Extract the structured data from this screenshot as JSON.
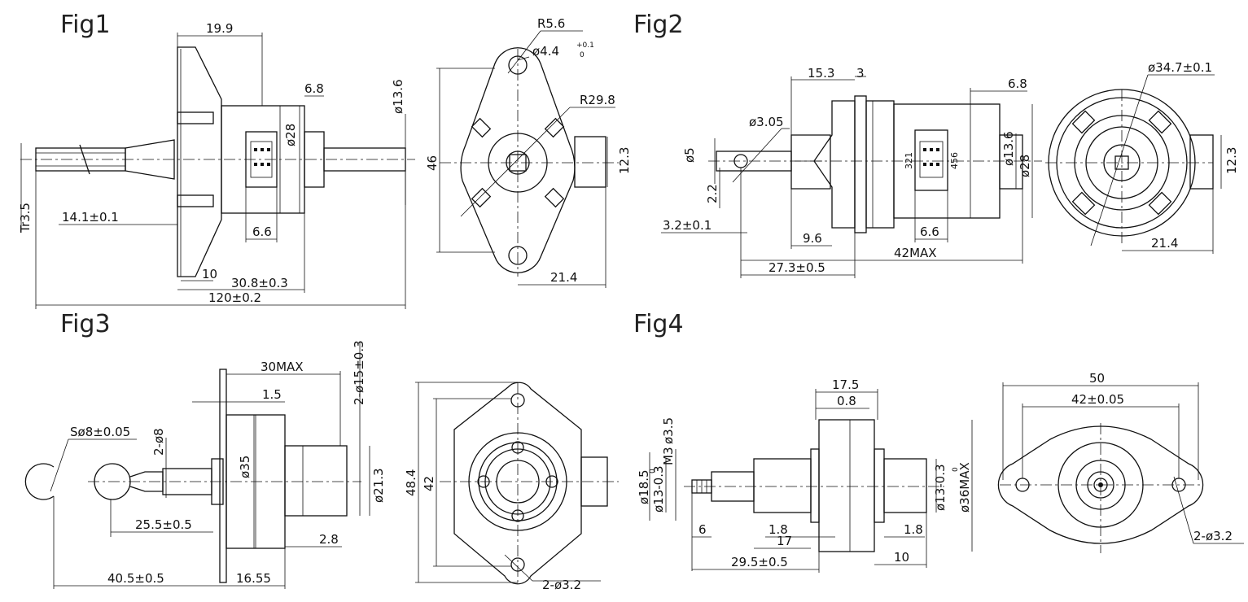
{
  "figures": [
    {
      "label": "Fig1"
    },
    {
      "label": "Fig2"
    },
    {
      "label": "Fig3"
    },
    {
      "label": "Fig4"
    }
  ],
  "fig1": {
    "dims": {
      "d19_9": "19.9",
      "r5_6": "R5.6",
      "hole": "ø4.4",
      "hole_tol_up": "+0.1",
      "hole_tol_dn": "0",
      "r29_8": "R29.8",
      "d6_8": "6.8",
      "d13_6": "ø13.6",
      "d28": "ø28",
      "tr3_5": "Tr3.5",
      "d14_1": "14.1±0.1",
      "d6_6": "6.6",
      "d10": "10",
      "d30_8": "30.8±0.3",
      "d120": "120±0.2",
      "d46": "46",
      "d12_3": "12.3",
      "d21_4": "21.4"
    }
  },
  "fig2": {
    "dims": {
      "d15_3": "15.3",
      "d3": "3",
      "d6_8": "6.8",
      "d34_7": "ø34.7±0.1",
      "d3_05": "ø3.05",
      "d5": "ø5",
      "d2_2": "2.2",
      "d3_2": "3.2±0.1",
      "d9_6": "9.6",
      "d27_3": "27.3±0.5",
      "d42max": "42MAX",
      "d6_6": "6.6",
      "d13_6": "ø13.6",
      "d28": "ø28",
      "d12_3": "12.3",
      "d21_4": "21.4",
      "pins_a": "321",
      "pins_b": "456"
    }
  },
  "fig3": {
    "dims": {
      "d30max": "30MAX",
      "d2_15": "2-ø15±0.3",
      "d1_5": "1.5",
      "s8": "Sø8±0.05",
      "d2_8": "2-ø8",
      "d35": "ø35",
      "d21_3": "ø21.3",
      "d25_5": "25.5±0.5",
      "d2_8b": "2.8",
      "d40_5": "40.5±0.5",
      "d16_55": "16.55",
      "d48_4": "48.4",
      "d42": "42",
      "d2_3_2": "2-ø3.2"
    }
  },
  "fig4": {
    "dims": {
      "d17_5": "17.5",
      "d0_8": "0.8",
      "d3_5": "ø3.5",
      "m3": "M3",
      "d18_5": "ø18.5",
      "d13a": "ø13-0.3",
      "d13a_tol": "0",
      "d6": "6",
      "d1_8a": "1.8",
      "d17": "17",
      "d29_5": "29.5±0.5",
      "d1_8b": "1.8",
      "d10": "10",
      "d13b": "ø13-0.3",
      "d13b_tol": "0",
      "d36max": "ø36MAX",
      "d50": "50",
      "d42": "42±0.05",
      "d2_3_2": "2-ø3.2"
    }
  }
}
